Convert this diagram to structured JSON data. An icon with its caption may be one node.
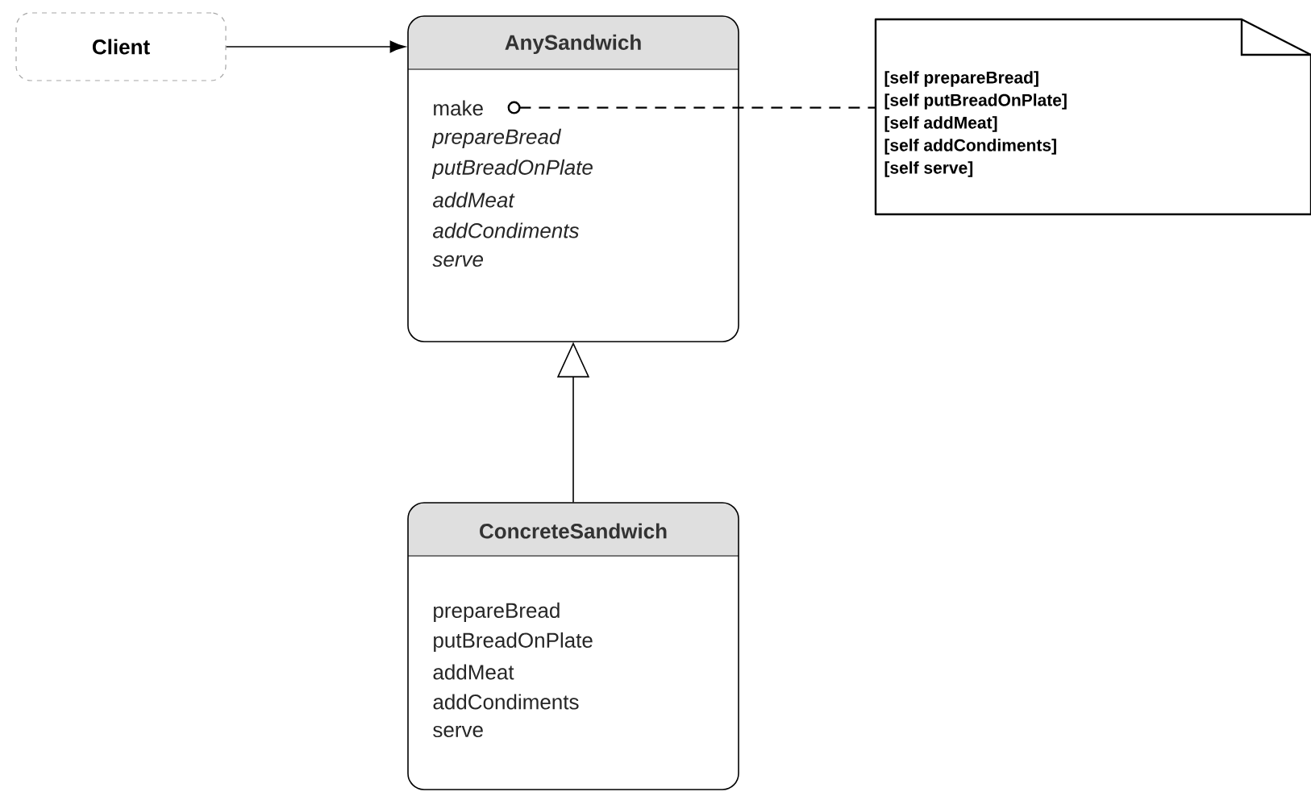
{
  "diagram": {
    "nodes": [
      {
        "text": [
          "Client"
        ]
      },
      {
        "text": [
          "AnySandwich",
          "make",
          "prepareBread",
          "putBreadOnPlate",
          "addMeat",
          "addCondiments",
          "serve"
        ]
      },
      {
        "text": [
          "[self prepareBread]",
          "[self putBreadOnPlate]",
          "[self addMeat]",
          "[self addCondiments]",
          "[self serve]"
        ]
      },
      {
        "text": [
          "ConcreteSandwich",
          "prepareBread",
          "putBreadOnPlate",
          "addMeat",
          "addCondiments",
          "serve"
        ]
      }
    ],
    "edges": [
      {
        "from": 0,
        "to": 1,
        "arrow": "to"
      },
      {
        "from": 1,
        "to": 2,
        "arrow": "other",
        "style": "dashed"
      },
      {
        "from": 3,
        "to": 1,
        "arrow": "to"
      }
    ]
  }
}
